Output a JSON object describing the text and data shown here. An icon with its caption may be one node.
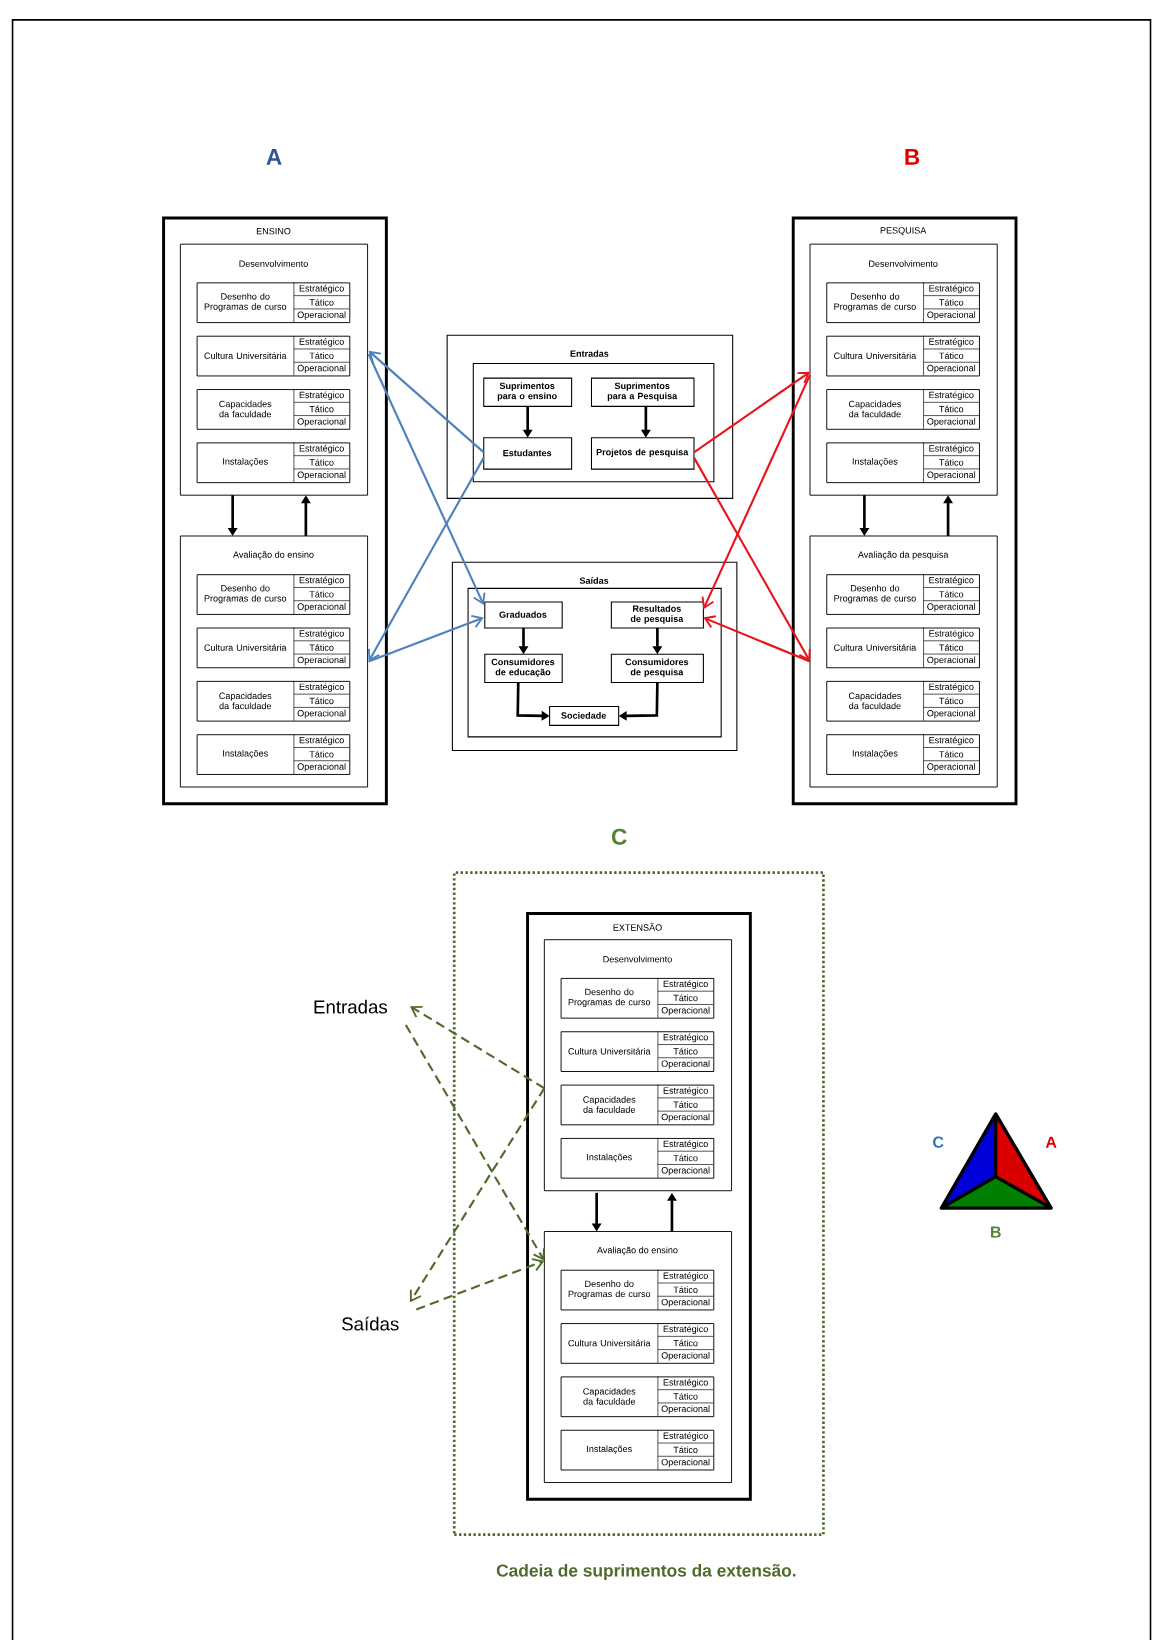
{
  "diagram": {
    "nodes": [
      {
        "text": [
          "ENSINO"
        ]
      },
      {
        "text": [
          "Desenvolvimento"
        ],
        "in": 0
      },
      {
        "text": [
          "Desenho do Programas de curso",
          "Estratégico",
          "Tático",
          "Operacional"
        ],
        "in": 1
      },
      {
        "text": [
          "Cultura Universitária",
          "Estratégico",
          "Tático",
          "Operacional"
        ],
        "in": 1
      },
      {
        "text": [
          "Capacidades da faculdade",
          "Estratégico",
          "Tático",
          "Operacional"
        ],
        "in": 1
      },
      {
        "text": [
          "Instalações",
          "Estratégico",
          "Tático",
          "Operacional"
        ],
        "in": 1
      },
      {
        "text": [
          "Avaliação do ensino"
        ],
        "in": 0
      },
      {
        "text": [
          "Desenho do Programas de curso",
          "Estratégico",
          "Tático",
          "Operacional"
        ],
        "in": 6
      },
      {
        "text": [
          "Cultura Universitária",
          "Estratégico",
          "Tático",
          "Operacional"
        ],
        "in": 6
      },
      {
        "text": [
          "Capacidades da faculdade",
          "Estratégico",
          "Tático",
          "Operacional"
        ],
        "in": 6
      },
      {
        "text": [
          "Instalações",
          "Estratégico",
          "Tático",
          "Operacional"
        ],
        "in": 6
      },
      {
        "text": [
          "Entradas"
        ]
      },
      {
        "text": [],
        "shape": "box",
        "in": 11
      },
      {
        "text": [
          "Suprimentos para o ensino"
        ],
        "in": 12
      },
      {
        "text": [
          "Suprimentos para a Pesquisa"
        ],
        "in": 12
      },
      {
        "text": [
          "Estudantes"
        ],
        "in": 12
      },
      {
        "text": [
          "Projetos de pesquisa"
        ],
        "in": 12
      },
      {
        "text": [
          "PESQUISA"
        ]
      },
      {
        "text": [
          "Desenvolvimento"
        ],
        "in": 17
      },
      {
        "text": [
          "Desenho do Programas de curso",
          "Estratégico",
          "Tático",
          "Operacional"
        ],
        "in": 18
      },
      {
        "text": [
          "Cultura Universitária",
          "Estratégico",
          "Tático",
          "Operacional"
        ],
        "in": 18
      },
      {
        "text": [
          "Capacidades da faculdade",
          "Estratégico",
          "Tático",
          "Operacional"
        ],
        "in": 18
      },
      {
        "text": [
          "Instalações",
          "Estratégico",
          "Tático",
          "Operacional"
        ],
        "in": 18
      },
      {
        "text": [
          "Avaliação da pesquisa"
        ],
        "in": 17
      },
      {
        "text": [
          "Desenho do Programas de curso",
          "Estratégico",
          "Tático",
          "Operacional"
        ],
        "in": 23
      },
      {
        "text": [
          "Cultura Universitária",
          "Estratégico",
          "Tático",
          "Operacional"
        ],
        "in": 23
      },
      {
        "text": [
          "Capacidades da faculdade",
          "Estratégico",
          "Tático",
          "Operacional"
        ],
        "in": 23
      },
      {
        "text": [
          "Instalações",
          "Estratégico",
          "Tático",
          "Operacional"
        ],
        "in": 23
      },
      {
        "text": [
          "Saídas"
        ]
      },
      {
        "text": [],
        "shape": "box",
        "in": 28
      },
      {
        "text": [
          "Graduados"
        ],
        "in": 29
      },
      {
        "text": [
          "Resultados de pesquisa"
        ],
        "in": 29
      },
      {
        "text": [
          "Consumidores de educação"
        ],
        "in": 29
      },
      {
        "text": [
          "Consumidores de pesquisa"
        ],
        "in": 29
      },
      {
        "text": [
          "Sociedade"
        ],
        "in": 29
      },
      {
        "text": [],
        "shape": "box"
      },
      {
        "text": [
          "EXTENSÃO"
        ],
        "in": 35
      },
      {
        "text": [
          "Desenvolvimento"
        ],
        "in": 36
      },
      {
        "text": [
          "Desenho do Programas de curso",
          "Estratégico",
          "Tático",
          "Operacional"
        ],
        "in": 37
      },
      {
        "text": [
          "Cultura Universitária",
          "Estratégico",
          "Tático",
          "Operacional"
        ],
        "in": 37
      },
      {
        "text": [
          "Capacidades da faculdade",
          "Estratégico",
          "Tático",
          "Operacional"
        ],
        "in": 37
      },
      {
        "text": [
          "Instalações",
          "Estratégico",
          "Tático",
          "Operacional"
        ],
        "in": 37
      },
      {
        "text": [
          "Avaliação do ensino"
        ],
        "in": 36
      },
      {
        "text": [
          "Desenho do Programas de curso",
          "Estratégico",
          "Tático",
          "Operacional"
        ],
        "in": 42
      },
      {
        "text": [
          "Cultura Universitária",
          "Estratégico",
          "Tático",
          "Operacional"
        ],
        "in": 42
      },
      {
        "text": [
          "Capacidades da faculdade",
          "Estratégico",
          "Tático",
          "Operacional"
        ],
        "in": 42
      },
      {
        "text": [
          "Instalações",
          "Estratégico",
          "Tático",
          "Operacional"
        ],
        "in": 42
      },
      {
        "text": [
          "Entradas"
        ]
      },
      {
        "text": [
          "Saídas"
        ]
      }
    ],
    "edges": [
      {
        "from": 1,
        "to": 6,
        "arrow": "to"
      },
      {
        "from": 6,
        "to": 1,
        "arrow": "to"
      },
      {
        "from": 13,
        "to": 15,
        "arrow": "to"
      },
      {
        "from": 14,
        "to": 16,
        "arrow": "to"
      },
      {
        "from": 15,
        "to": 1,
        "arrow": "to",
        "color": "#4f81bd"
      },
      {
        "from": 1,
        "to": 30,
        "arrow": "to",
        "color": "#4f81bd"
      },
      {
        "from": 15,
        "to": 6,
        "arrow": "to",
        "color": "#4f81bd"
      },
      {
        "from": 6,
        "to": 30,
        "arrow": "to",
        "color": "#4f81bd"
      },
      {
        "from": 18,
        "to": 23,
        "arrow": "to"
      },
      {
        "from": 23,
        "to": 18,
        "arrow": "to"
      },
      {
        "from": 16,
        "to": 18,
        "arrow": "to",
        "color": "#e8141b"
      },
      {
        "from": 18,
        "to": 31,
        "arrow": "to",
        "color": "#e8141b"
      },
      {
        "from": 16,
        "to": 23,
        "arrow": "to",
        "color": "#e8141b"
      },
      {
        "from": 23,
        "to": 31,
        "arrow": "to",
        "color": "#e8141b"
      },
      {
        "from": 30,
        "to": 32,
        "arrow": "to"
      },
      {
        "from": 31,
        "to": 33,
        "arrow": "to"
      },
      {
        "from": 32,
        "to": 34,
        "arrow": "to"
      },
      {
        "from": 33,
        "to": 34,
        "arrow": "to"
      },
      {
        "from": 37,
        "to": 42,
        "arrow": "to"
      },
      {
        "from": 42,
        "to": 37,
        "arrow": "to"
      },
      {
        "from": 37,
        "to": 47,
        "arrow": "to",
        "style": "dashed",
        "color": "#4f6b2c"
      },
      {
        "from": 47,
        "to": 42,
        "arrow": "to",
        "style": "dashed",
        "color": "#4f6b2c"
      },
      {
        "from": 37,
        "to": 48,
        "arrow": "to",
        "style": "dashed",
        "color": "#4f6b2c"
      },
      {
        "from": 48,
        "to": 42,
        "arrow": "to",
        "style": "dashed",
        "color": "#4f6b2c"
      }
    ],
    "labels": [
      "A",
      "B",
      "C",
      "C",
      "A",
      "B"
    ],
    "caption": "Cadeia de suprimentos da extensão."
  }
}
